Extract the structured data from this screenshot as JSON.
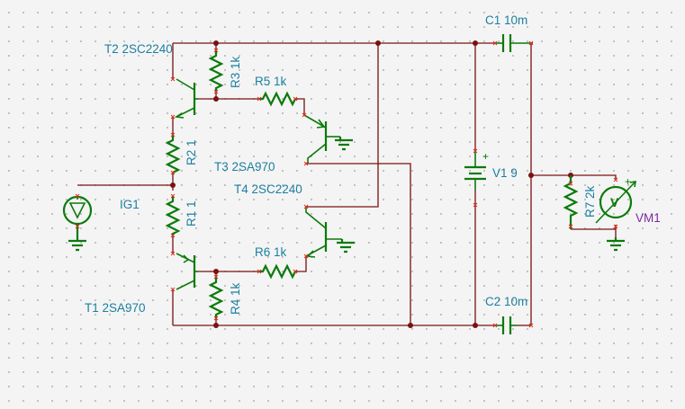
{
  "labels": {
    "t2": "T2 2SC2240",
    "r3": "R3 1k",
    "r5": "R5 1k",
    "r2": "R2 1",
    "t3": "T3 2SA970",
    "t4": "T4 2SC2240",
    "r1": "R1 1",
    "ig1": "IG1",
    "r6": "R6 1k",
    "t1": "T1 2SA970",
    "r4": "R4 1k",
    "c1": "C1 10m",
    "c2": "C2 10m",
    "v1": "V1 9",
    "r7": "R7 2k",
    "vm1": "VM1",
    "meter_symbol": "V",
    "plus": "+"
  },
  "colors": {
    "wire": "#7a1010",
    "component": "#0b7a0b",
    "label": "#1a7fa0",
    "meter_label": "#7a2a9e",
    "pin": "#e0301e",
    "background": "#f4f4f4",
    "grid_dot": "#b4b4b4"
  }
}
